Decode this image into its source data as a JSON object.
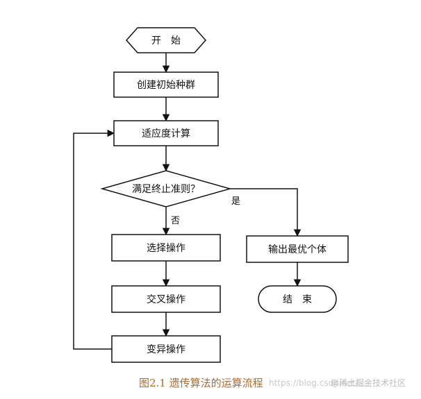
{
  "nodes": {
    "start": "开　始",
    "init": "创建初始种群",
    "fitness": "适应度计算",
    "decision": "满足终止准则？",
    "select": "选择操作",
    "crossover": "交叉操作",
    "mutation": "变异操作",
    "output": "输出最优个体",
    "end": "结　束"
  },
  "edge_labels": {
    "yes": "是",
    "no": "否"
  },
  "caption": "图2.1  遗传算法的运算流程",
  "watermark": {
    "url": "https://blog.csdn.net/...",
    "site": "@稀土掘金技术社区"
  }
}
